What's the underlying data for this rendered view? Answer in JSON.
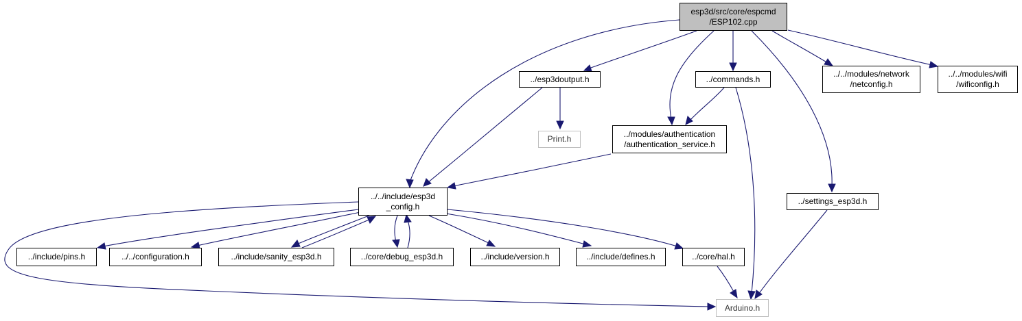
{
  "diagram": {
    "edge_color": "#191970",
    "root_fill": "#bfbfbf",
    "nodes": {
      "root": [
        "esp3d/src/core/espcmd",
        "/ESP102.cpp"
      ],
      "esp3doutput": [
        "../esp3doutput.h"
      ],
      "commands": [
        "../commands.h"
      ],
      "netconfig": [
        "../../modules/network",
        "/netconfig.h"
      ],
      "wificonfig": [
        "../../modules/wifi",
        "/wificonfig.h"
      ],
      "print": [
        "Print.h"
      ],
      "auth": [
        "../modules/authentication",
        "/authentication_service.h"
      ],
      "esp3dconfig": [
        "../../include/esp3d",
        "_config.h"
      ],
      "settings": [
        "../settings_esp3d.h"
      ],
      "pins": [
        "../include/pins.h"
      ],
      "configuration": [
        "../../configuration.h"
      ],
      "sanity": [
        "../include/sanity_esp3d.h"
      ],
      "debug": [
        "../core/debug_esp3d.h"
      ],
      "version": [
        "../include/version.h"
      ],
      "defines": [
        "../include/defines.h"
      ],
      "hal": [
        "../core/hal.h"
      ],
      "arduino": [
        "Arduino.h"
      ]
    },
    "edges": [
      [
        "root",
        "esp3dconfig"
      ],
      [
        "root",
        "esp3doutput"
      ],
      [
        "root",
        "auth"
      ],
      [
        "root",
        "commands"
      ],
      [
        "root",
        "settings"
      ],
      [
        "root",
        "netconfig"
      ],
      [
        "root",
        "wificonfig"
      ],
      [
        "esp3doutput",
        "print"
      ],
      [
        "esp3doutput",
        "esp3dconfig"
      ],
      [
        "commands",
        "auth"
      ],
      [
        "commands",
        "arduino"
      ],
      [
        "auth",
        "esp3dconfig"
      ],
      [
        "esp3dconfig",
        "pins"
      ],
      [
        "esp3dconfig",
        "configuration"
      ],
      [
        "esp3dconfig",
        "sanity"
      ],
      [
        "sanity",
        "esp3dconfig"
      ],
      [
        "esp3dconfig",
        "debug"
      ],
      [
        "debug",
        "esp3dconfig"
      ],
      [
        "esp3dconfig",
        "version"
      ],
      [
        "esp3dconfig",
        "defines"
      ],
      [
        "esp3dconfig",
        "hal"
      ],
      [
        "esp3dconfig",
        "arduino"
      ],
      [
        "hal",
        "arduino"
      ],
      [
        "settings",
        "arduino"
      ]
    ]
  }
}
